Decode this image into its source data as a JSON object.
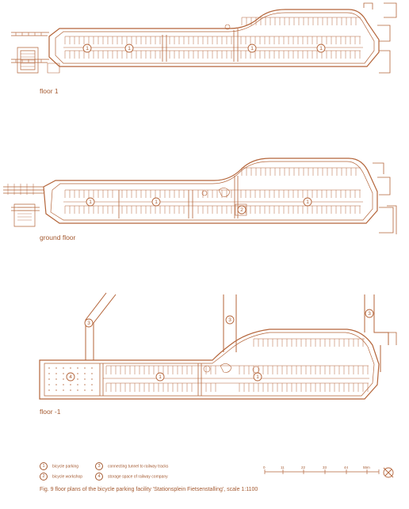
{
  "floors": [
    {
      "label": "floor 1",
      "markers": [
        "1",
        "1",
        "1",
        "1"
      ]
    },
    {
      "label": "ground floor",
      "markers": [
        "1",
        "1",
        "1",
        "2"
      ]
    },
    {
      "label": "floor -1",
      "markers": [
        "4",
        "1",
        "1",
        "3",
        "3",
        "3"
      ]
    }
  ],
  "legend": [
    {
      "key": "1",
      "text": "bicycle parking"
    },
    {
      "key": "2",
      "text": "bicycle workshop"
    },
    {
      "key": "3",
      "text": "connecting tunnel to railway tracks"
    },
    {
      "key": "4",
      "text": "storage space of railway company"
    }
  ],
  "scale": {
    "ticks": [
      "0",
      "11",
      "22",
      "33",
      "44",
      "55m"
    ]
  },
  "caption": "Fig. 9 floor plans of the bicycle parking facility 'Stationsplein Fietsenstalling', scale 1:1100",
  "colors": {
    "line": "#b4653a",
    "text": "#a45a31",
    "background": "#ffffff"
  },
  "icons": {
    "north": "north-arrow-icon"
  }
}
